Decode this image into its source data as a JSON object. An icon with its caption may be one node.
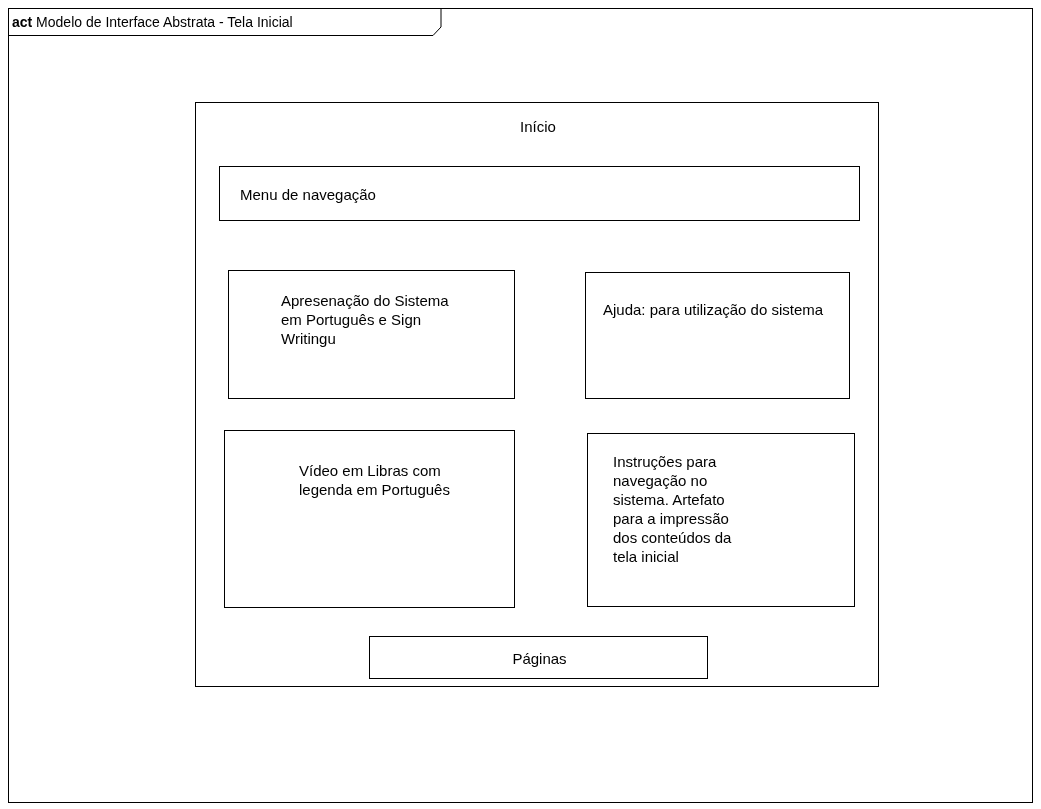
{
  "diagram": {
    "nodes": [
      {
        "text": [
          "**act** Modelo de Interface Abstrata - Tela Inicial"
        ]
      },
      {
        "text": [
          "Início"
        ],
        "in": 0
      },
      {
        "text": [
          "Menu de navegação"
        ],
        "in": 1
      },
      {
        "text": [
          "Apresenação do Sistema em Português e Sign Writingu"
        ],
        "in": 1
      },
      {
        "text": [
          "Ajuda: para utilização do sistema"
        ],
        "in": 1
      },
      {
        "text": [
          "Vídeo em Libras com legenda em Português"
        ],
        "in": 1
      },
      {
        "text": [
          "Instruções para navegação no sistema. Artefato para a impressão dos conteúdos da tela inicial"
        ],
        "in": 1
      },
      {
        "text": [
          "Páginas"
        ],
        "in": 1
      }
    ],
    "edges": []
  }
}
